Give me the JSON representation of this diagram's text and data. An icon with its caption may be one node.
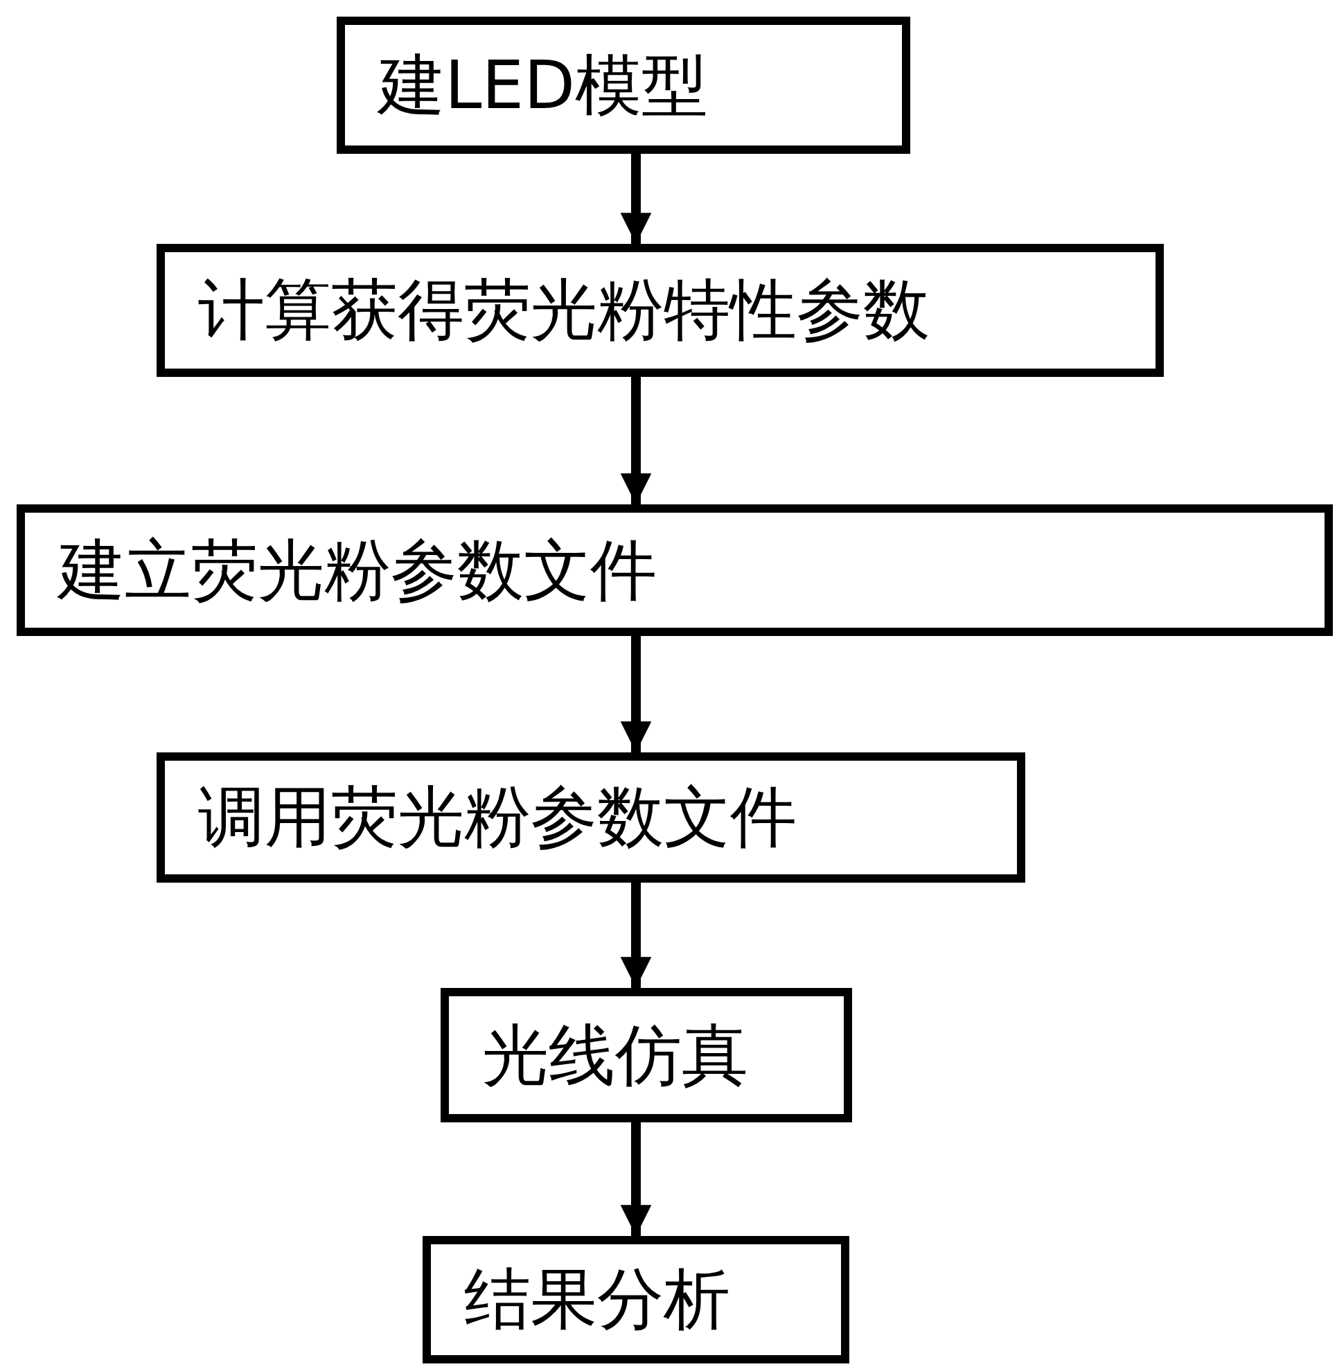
{
  "diagram": {
    "nodes": [
      {
        "text": [
          "建LED模型"
        ]
      },
      {
        "text": [
          "计算获得荧光粉特性参数"
        ]
      },
      {
        "text": [
          "建立荧光粉参数文件"
        ]
      },
      {
        "text": [
          "调用荧光粉参数文件"
        ]
      },
      {
        "text": [
          "光线仿真"
        ]
      },
      {
        "text": [
          "结果分析"
        ]
      }
    ],
    "edges": [
      {
        "from": 0,
        "to": 1,
        "arrow": "to"
      },
      {
        "from": 1,
        "to": 2,
        "arrow": "to"
      },
      {
        "from": 2,
        "to": 3,
        "arrow": "to"
      },
      {
        "from": 3,
        "to": 4,
        "arrow": "to"
      },
      {
        "from": 4,
        "to": 5,
        "arrow": "to"
      }
    ]
  }
}
